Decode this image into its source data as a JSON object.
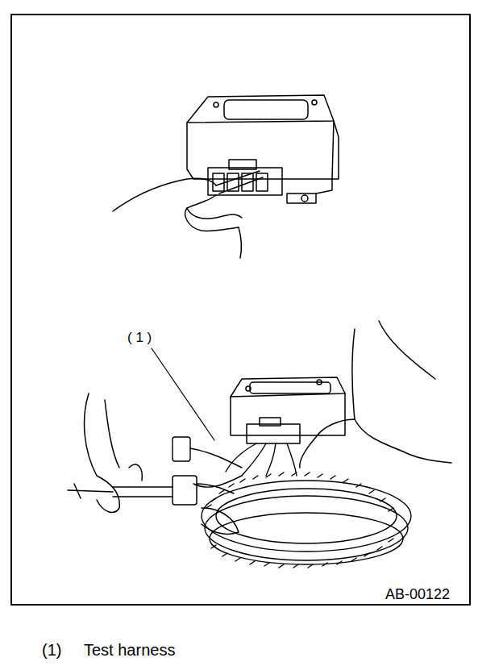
{
  "diagram": {
    "labels": [
      "( 1 )",
      "AB-00122",
      "(1)",
      "Test harness"
    ]
  }
}
